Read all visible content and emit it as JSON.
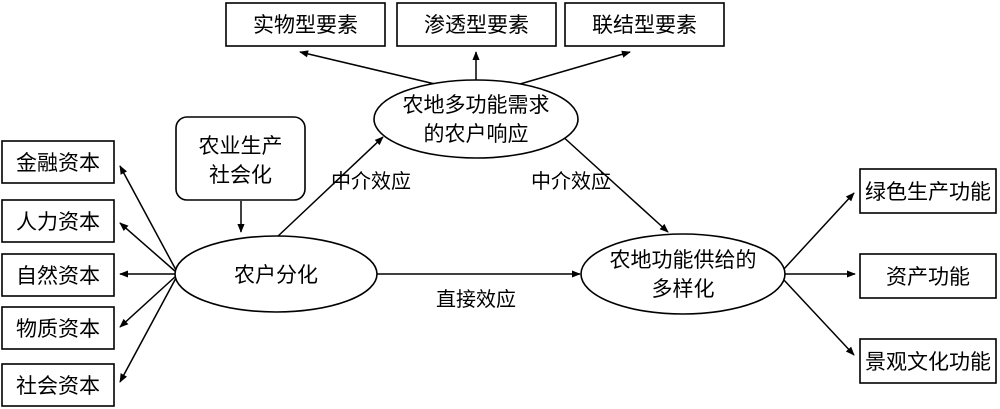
{
  "diagram": {
    "nodes": {
      "element_physical": "实物型要素",
      "element_permeating": "渗透型要素",
      "element_linking": "联结型要素",
      "farmer_response": [
        "农地多功能需求",
        "的农户响应"
      ],
      "ag_socialization": [
        "农业生产",
        "社会化"
      ],
      "farmer_differentiation": "农户分化",
      "supply_diversification": [
        "农地功能供给的",
        "多样化"
      ],
      "capital_financial": "金融资本",
      "capital_human": "人力资本",
      "capital_natural": "自然资本",
      "capital_physical": "物质资本",
      "capital_social": "社会资本",
      "function_green": "绿色生产功能",
      "function_asset": "资产功能",
      "function_landscape": "景观文化功能"
    },
    "edges": {
      "mediating_left": "中介效应",
      "mediating_right": "中介效应",
      "direct": "直接效应"
    },
    "colors": {
      "stroke": "#000000",
      "fill": "#ffffff",
      "text": "#000000"
    }
  }
}
